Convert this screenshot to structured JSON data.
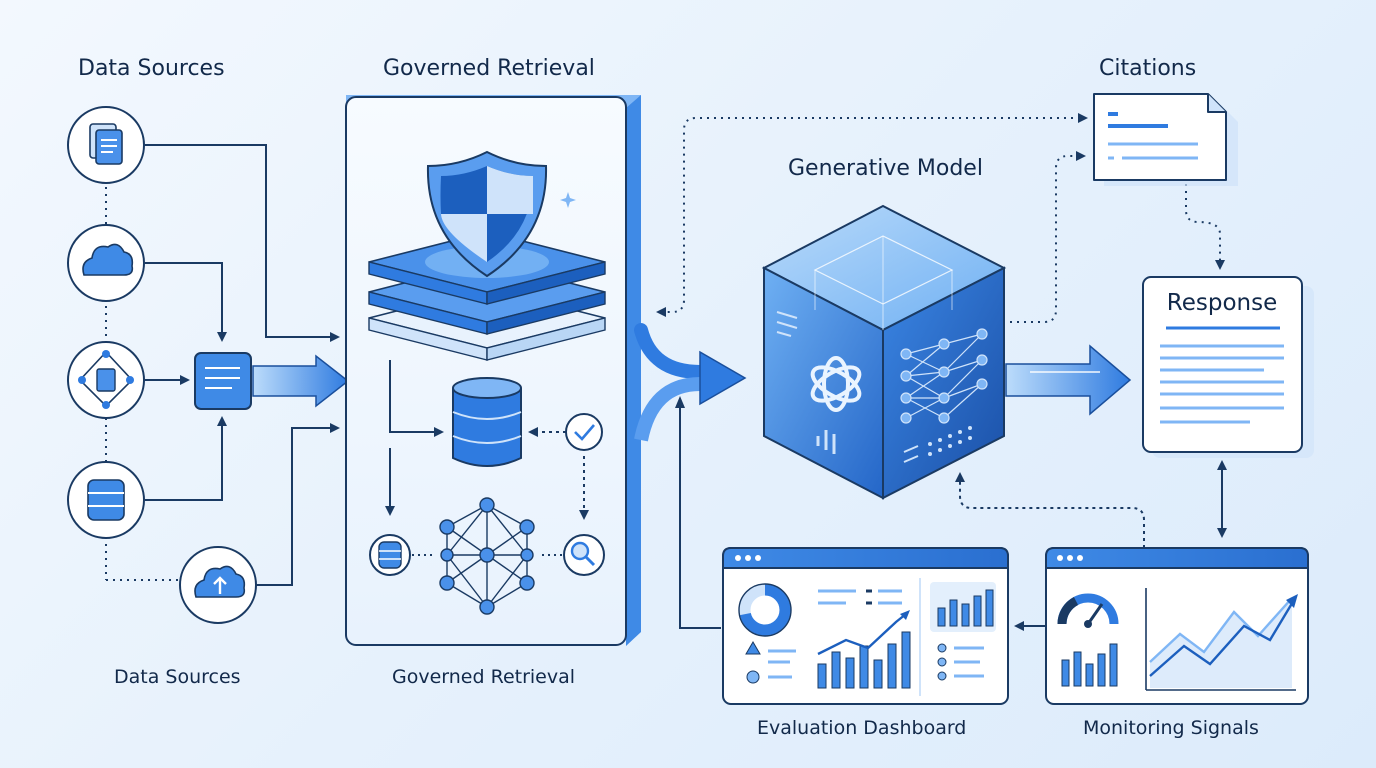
{
  "labels": {
    "data_sources_top": "Data Sources",
    "governed_retrieval_top": "Governed Retrieval",
    "citations": "Citations",
    "generative_model": "Generative Model",
    "response": "Response",
    "data_sources_bottom": "Data Sources",
    "governed_retrieval_bottom": "Governed Retrieval",
    "evaluation_dashboard": "Evaluation Dashboard",
    "monitoring_signals": "Monitoring Signals"
  },
  "colors": {
    "primary": "#2f7be0",
    "dark": "#1c4f9c",
    "light": "#cfe3fa",
    "stroke": "#1a3a63"
  }
}
